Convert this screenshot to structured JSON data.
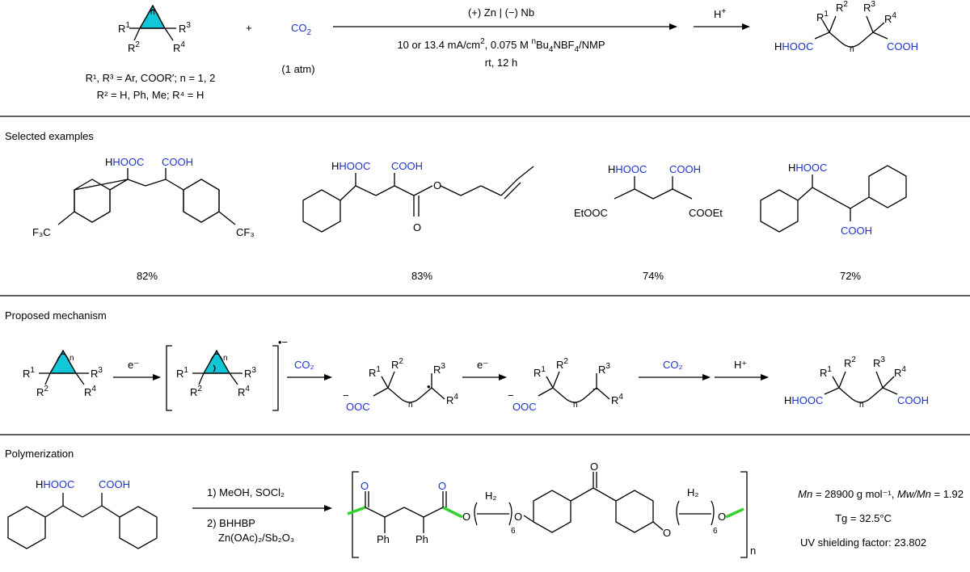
{
  "colors": {
    "highlight": "#12c8d8",
    "carboxyl": "#1f33cc",
    "green_bond": "#34d12f",
    "bond": "#000000"
  },
  "reaction": {
    "reactant_labels": {
      "n": "n",
      "r1": "R",
      "r1_sup": "1",
      "r2": "R",
      "r2_sup": "2",
      "r3": "R",
      "r3_sup": "3",
      "r4": "R",
      "r4_sup": "4"
    },
    "plus": "+",
    "co2": "CO",
    "co2_sub": "2",
    "co2_pressure": "(1 atm)",
    "conditions_top": "(+) Zn | (−) Nb",
    "conditions_bottom_1": "10 or 13.4 mA/cm",
    "conditions_bottom_sup": "2",
    "conditions_bottom_2": ", 0.075 M ",
    "conditions_bottom_n": "n",
    "conditions_bottom_3": "Bu",
    "conditions_bottom_sub4": "4",
    "conditions_bottom_4": "NBF",
    "conditions_bottom_sub4b": "4",
    "conditions_bottom_5": "/NMP",
    "conditions_time": "rt, 12 h",
    "acid": "H",
    "acid_sup": "+",
    "scope_line1": "R¹, R³ = Ar, COOR′; n = 1, 2",
    "scope_line2": "R² = H, Ph, Me; R⁴ = H",
    "product_hooc": "HOOC",
    "product_cooh": "COOH"
  },
  "sections": {
    "examples": "Selected examples",
    "mechanism": "Proposed mechanism",
    "polymerization": "Polymerization"
  },
  "examples": [
    {
      "yield": "82%",
      "groups": [
        "HOOC",
        "COOH",
        "F₃C",
        "CF₃"
      ]
    },
    {
      "yield": "83%",
      "groups": [
        "HOOC",
        "COOH",
        "O",
        "O"
      ]
    },
    {
      "yield": "74%",
      "groups": [
        "HOOC",
        "COOH",
        "EtOOC",
        "COOEt"
      ]
    },
    {
      "yield": "72%",
      "groups": [
        "HOOC",
        "COOH"
      ]
    }
  ],
  "mechanism": {
    "electron": "e⁻",
    "radical_anion": "•−",
    "co2": "CO₂",
    "acid": "H⁺",
    "anion_minus": "−",
    "ooc": "OOC",
    "hooc": "HOOC",
    "cooh": "COOH"
  },
  "polymerization": {
    "monomer_hooc": "HOOC",
    "monomer_cooh": "COOH",
    "step1": "1) MeOH, SOCl₂",
    "step2": "2) BHHBP",
    "step2b": "Zn(OAc)₂/Sb₂O₃",
    "ph": "Ph",
    "o": "O",
    "h2": "H₂",
    "six": "6",
    "n": "n",
    "mn_label": "Mn",
    "mn_value": " = 28900 g mol⁻¹, ",
    "mw_label": "Mw/Mn",
    "mw_value": " = 1.92",
    "tg": "Tg = 32.5°C",
    "uv": "UV shielding factor: 23.802"
  }
}
